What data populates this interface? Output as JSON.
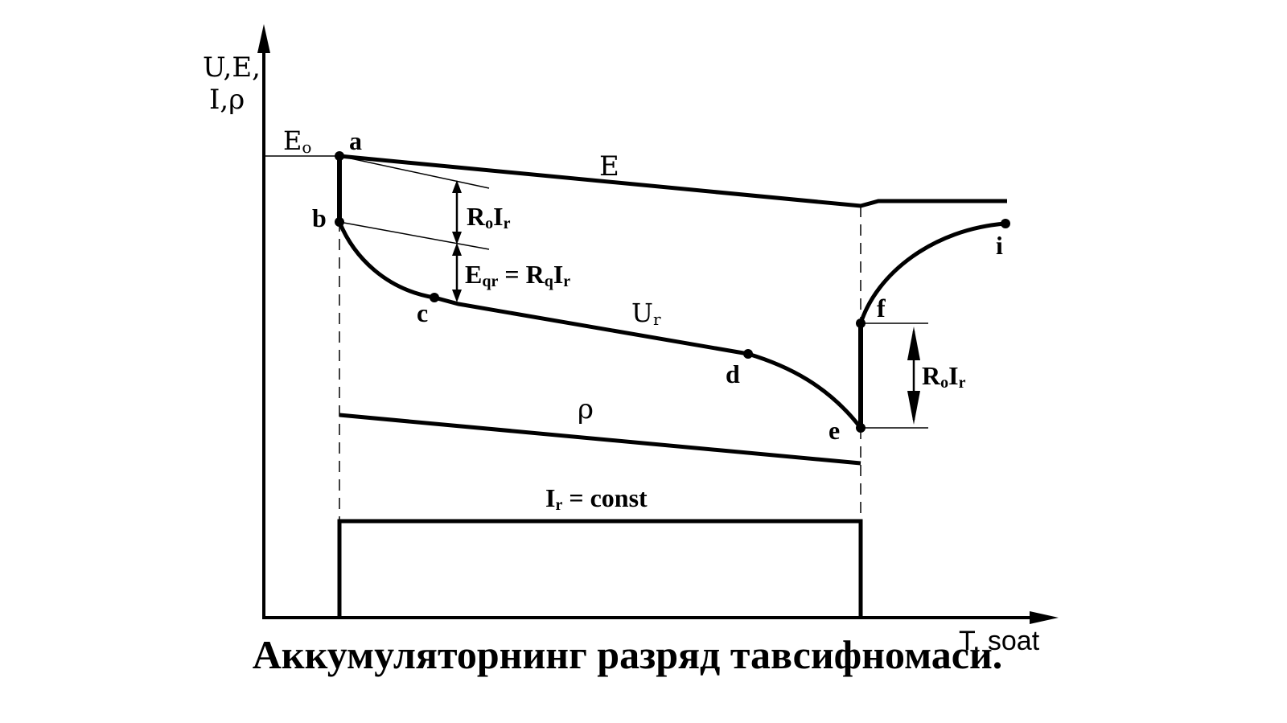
{
  "axes": {
    "y_label_line1": "U,E,",
    "y_label_line2": "I,ρ",
    "x_label": "T, soat"
  },
  "points": {
    "a": "a",
    "b": "b",
    "c": "c",
    "d": "d",
    "e": "e",
    "f": "f",
    "i": "i"
  },
  "curves": {
    "E0": "E",
    "E0_sub": "o",
    "E": "E",
    "U_main": "U",
    "U_sub": "r",
    "rho": "ρ"
  },
  "annotations": {
    "ro_ir_main": "R",
    "ro_ir_sub": "o",
    "ro_ir_main2": "I",
    "ro_ir_sub2": "r",
    "eqr_main": "E",
    "eqr_sub": "qr",
    "eqr_eq": " = R",
    "eqr_sub2": "q",
    "eqr_main3": "I",
    "eqr_sub3": "r",
    "current_main": "I",
    "current_sub": "r",
    "current_rest": " = const"
  },
  "caption": "Аккумуляторнинг разряд тавсифномаси."
}
